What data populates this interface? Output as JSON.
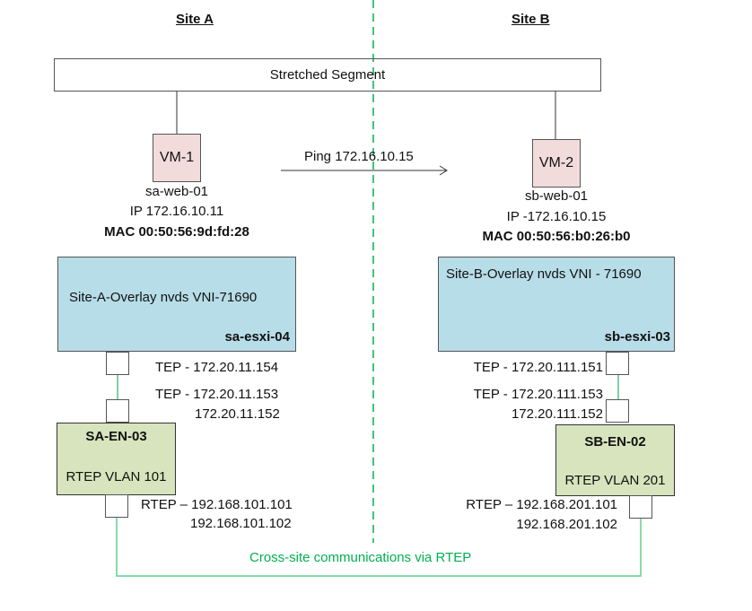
{
  "sites": {
    "a": {
      "title": "Site A"
    },
    "b": {
      "title": "Site B"
    }
  },
  "segment": {
    "label": "Stretched Segment"
  },
  "ping": {
    "label": "Ping 172.16.10.15"
  },
  "vm1": {
    "label": "VM-1",
    "hostname": "sa-web-01",
    "ip": "IP 172.16.10.11",
    "mac": "MAC 00:50:56:9d:fd:28"
  },
  "vm2": {
    "label": "VM-2",
    "hostname": "sb-web-01",
    "ip": "IP -172.16.10.15",
    "mac": "MAC 00:50:56:b0:26:b0"
  },
  "host_a": {
    "overlay": "Site-A-Overlay nvds  VNI-71690",
    "name": "sa-esxi-04",
    "tep": "TEP - 172.20.11.154"
  },
  "host_b": {
    "overlay": "Site-B-Overlay nvds   VNI - 71690",
    "name": "sb-esxi-03",
    "tep": "TEP - 172.20.111.151"
  },
  "edge_a": {
    "name": "SA-EN-03",
    "vlan": "RTEP VLAN 101",
    "tep_1": "TEP - 172.20.11.153",
    "tep_2": "172.20.11.152",
    "rtep_1": "RTEP – 192.168.101.101",
    "rtep_2": "192.168.101.102"
  },
  "edge_b": {
    "name": "SB-EN-02",
    "vlan": "RTEP VLAN 201",
    "tep_1": "TEP - 172.20.111.153",
    "tep_2": "172.20.111.152",
    "rtep_1": "RTEP – 192.168.201.101",
    "rtep_2": "192.168.201.102"
  },
  "cross_site": {
    "label": "Cross-site communications via RTEP"
  },
  "colors": {
    "vm_fill": "#f2dcdb",
    "host_fill": "#b7dde8",
    "edge_fill": "#d7e4bd",
    "divider": "#00b050",
    "rtep_link": "#5fd08f",
    "tep_link": "#00a050"
  }
}
